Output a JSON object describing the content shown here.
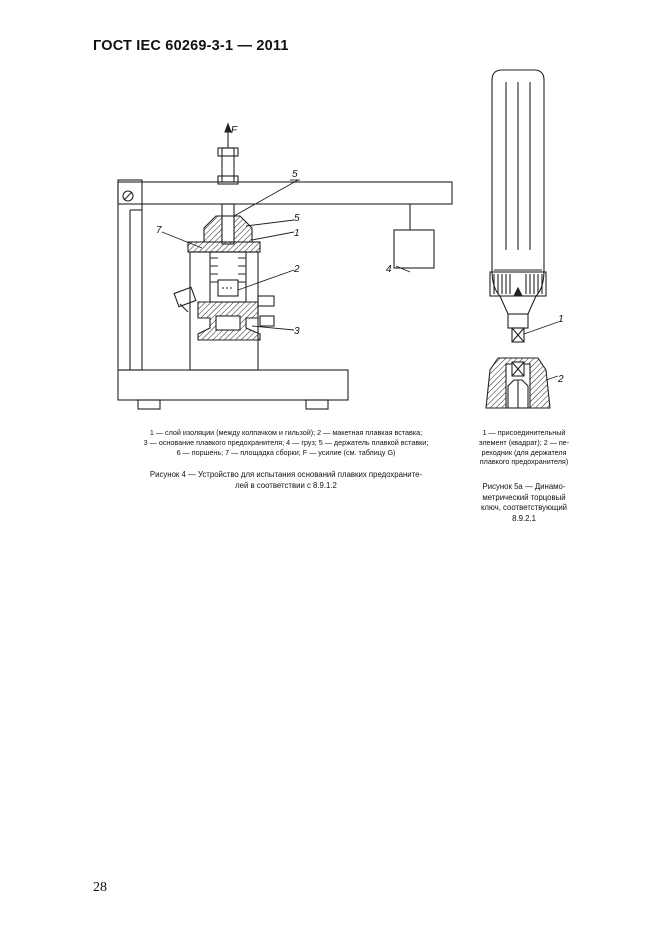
{
  "header": {
    "doc_title": "ГОСТ IEC 60269-3-1 — 2011"
  },
  "figure4": {
    "labels": {
      "force": "F",
      "l5a": "5",
      "l5b": "5",
      "l1": "1",
      "l7": "7",
      "l2": "2",
      "l4": "4",
      "l3": "3"
    },
    "legend_lines": [
      "1 — слой изоляции (между колпачком и гильзой); 2 — макетная плавкая вставка;",
      "3 — основание плавкого предохранителя; 4 — груз; 5 — держатель плавкой вставки;",
      "6 — поршень; 7 — площадка сборки; F — усилие (см. таблицу G)"
    ],
    "title_lines": [
      "Рисунок 4 — Устройство для испытания оснований плавких предохраните-",
      "лей в соответствии с 8.9.1.2"
    ]
  },
  "figure5": {
    "labels": {
      "l1": "1",
      "l2": "2"
    },
    "legend_lines": [
      "1 — присоединительный",
      "элемент (квадрат); 2 — пе-",
      "реходник (для держателя",
      "плавкого предохранителя)"
    ],
    "title_lines": [
      "Рисунок 5а — Динамо-",
      "метрический торцовый",
      "ключ, соответствующий",
      "8.9.2.1"
    ]
  },
  "footer": {
    "page_number": "28"
  }
}
